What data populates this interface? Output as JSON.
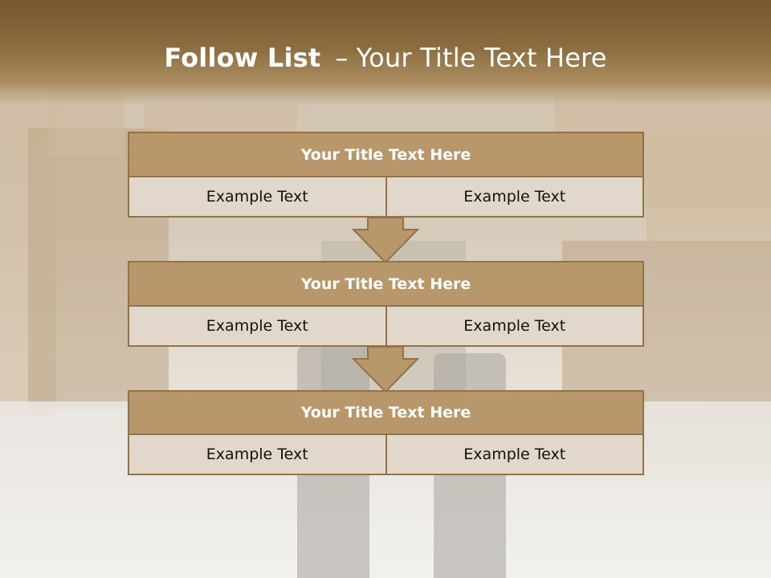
{
  "slide": {
    "title_bold": "Follow List",
    "title_separator": "–",
    "title_rest": "Your Title Text Here"
  },
  "blocks": [
    {
      "title": "Your Title Text Here",
      "left": "Example Text",
      "right": "Example Text"
    },
    {
      "title": "Your Title Text Here",
      "left": "Example Text",
      "right": "Example Text"
    },
    {
      "title": "Your Title Text Here",
      "left": "Example Text",
      "right": "Example Text"
    }
  ],
  "colors": {
    "title_band": "#8b6c3f",
    "block_header": "#b8986a",
    "block_cell": "#e1d8cb",
    "border": "#917346"
  },
  "icons": [
    "down-arrow-icon"
  ]
}
